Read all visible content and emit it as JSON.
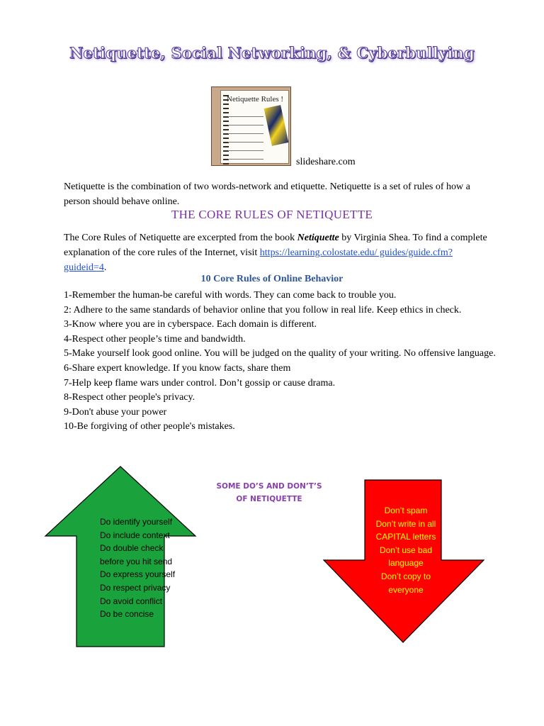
{
  "title": "Netiquette, Social Networking, & Cyberbullying",
  "image": {
    "thumbnail_title": "Netiquette Rules !",
    "credit": "slideshare.com"
  },
  "intro": "Netiquette is the combination of two words-network and etiquette. Netiquette is a set of rules of how a person should behave online.",
  "core_heading": "THE CORE RULES OF NETIQUETTE",
  "core_para": {
    "before_book": "The Core Rules of Netiquette are excerpted from the book ",
    "book": "Netiquette",
    "after_book": " by Virginia Shea. To find a complete explanation of the core rules of the Internet, visit ",
    "link": "https://learning.colostate.edu/ guides/guide.cfm?guideid=4",
    "end": "."
  },
  "rules_heading": "10 Core Rules of Online Behavior",
  "rules": [
    "1-Remember the human-be careful with words. They can come back to trouble you.",
    "2: Adhere to the same standards of behavior online that you follow in real life. Keep ethics in check.",
    "3-Know where you are in cyberspace. Each domain is different.",
    "4-Respect other people’s time and bandwidth.",
    "5-Make yourself look good online. You will be judged on the quality of your writing. No offensive language.",
    "6-Share expert knowledge. If you know facts, share them",
    "7-Help keep flame wars under control. Don’t gossip or cause drama.",
    "8-Respect other people's privacy.",
    "9-Don't abuse your power",
    "10-Be forgiving of other people's mistakes."
  ],
  "dos_heading": {
    "line1": "SOME DO’S AND DON’T’S",
    "line2": "OF NETIQUETTE"
  },
  "dos": [
    "Do identify yourself",
    "Do include context",
    "Do double check",
    "before you hit send",
    "Do express yourself",
    "Do respect privacy",
    "Do avoid conflict",
    "Do be concise"
  ],
  "donts": [
    "Don’t spam",
    "Don’t write in all",
    "CAPITAL letters",
    "Don’t use bad",
    "language",
    "Don’t copy to",
    "everyone"
  ],
  "colors": {
    "title_outline": "#5b3f9e",
    "heading_purple": "#7b2fa6",
    "heading_blue": "#2e5597",
    "link": "#1f4fd6",
    "up_arrow": "#1aa33d",
    "down_arrow": "#ff0000",
    "donts_text": "#ffff00"
  }
}
